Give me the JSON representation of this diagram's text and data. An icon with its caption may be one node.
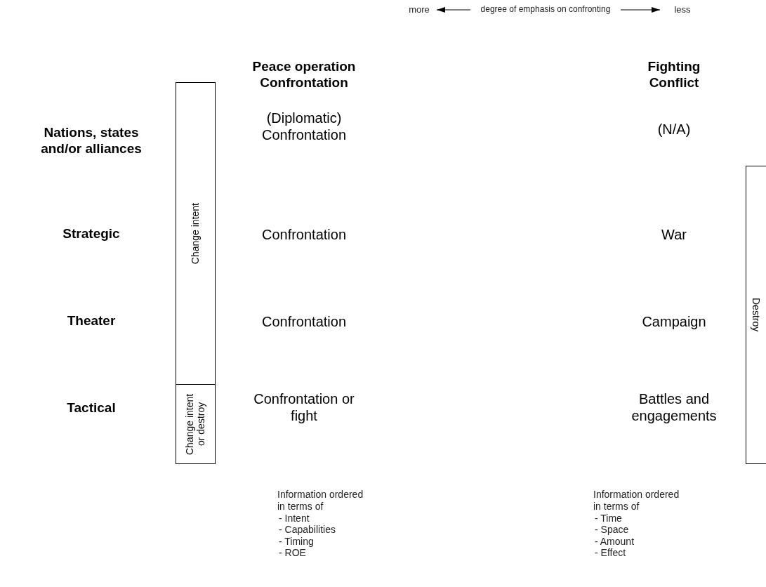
{
  "diagram": {
    "nodes": [
      {
        "text": [
          "Change intent"
        ]
      },
      {
        "text": [
          "Change intent or destroy"
        ]
      },
      {
        "text": [
          "Destroy"
        ]
      }
    ],
    "labels": [
      "more",
      "degree of emphasis on confronting",
      "less",
      "Peace operation Confrontation",
      "Fighting Conflict",
      "Nations, states and/or alliances",
      "(Diplomatic) Confrontation",
      "(N/A)",
      "Strategic",
      "Confrontation",
      "War",
      "Theater",
      "Confrontation",
      "Campaign",
      "Tactical",
      "Confrontation or fight",
      "Battles and engagements",
      "Information ordered in terms of",
      "- Intent",
      "- Capabilities",
      "- Timing",
      "- ROE",
      "Information ordered in terms of",
      "- Time",
      "- Space",
      "- Amount",
      "- Effect"
    ]
  }
}
